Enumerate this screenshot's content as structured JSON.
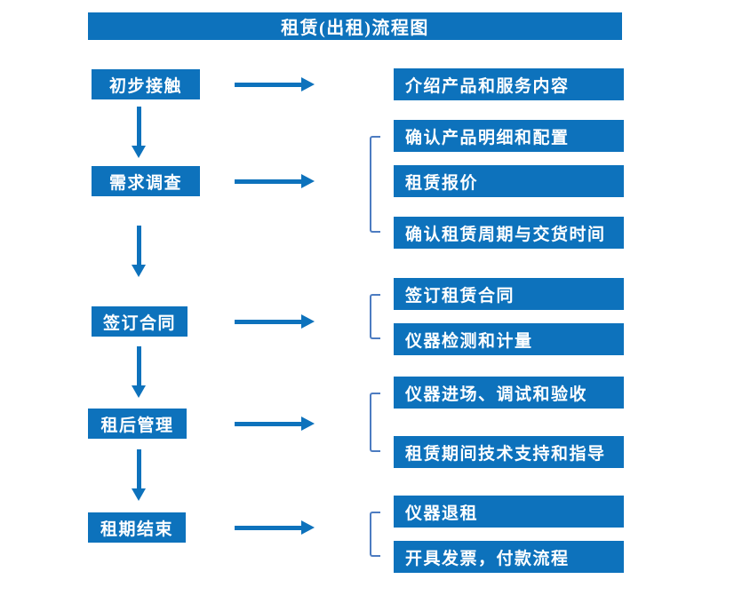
{
  "title": "租赁(出租)流程图",
  "colors": {
    "primary_blue": "#0d72bc",
    "bracket_blue": "#4d7cc1",
    "text_on_blue": "#ffffff",
    "background": "#ffffff"
  },
  "steps": [
    {
      "label": "初步接触",
      "outputs": [
        "介绍产品和服务内容"
      ]
    },
    {
      "label": "需求调查",
      "outputs": [
        "确认产品明细和配置",
        "租赁报价",
        "确认租赁周期与交货时间"
      ]
    },
    {
      "label": "签订合同",
      "outputs": [
        "签订租赁合同",
        "仪器检测和计量"
      ]
    },
    {
      "label": "租后管理",
      "outputs": [
        "仪器进场、调试和验收",
        "租赁期间技术支持和指导"
      ]
    },
    {
      "label": "租期结束",
      "outputs": [
        "仪器退租",
        "开具发票，付款流程"
      ]
    }
  ],
  "icons": {
    "down_arrow": "arrow-down",
    "right_arrow": "arrow-right",
    "group_bracket": "left-square-bracket"
  }
}
